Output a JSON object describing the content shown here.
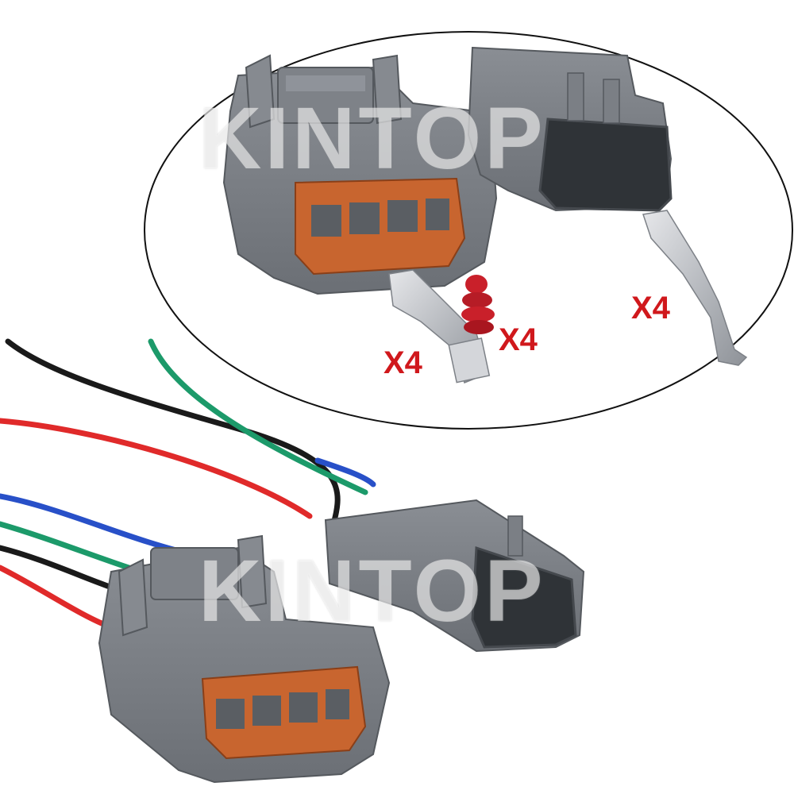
{
  "watermark": {
    "text": "KINTOP"
  },
  "labels": {
    "female_terminal_qty": "X4",
    "seal_qty": "X4",
    "male_terminal_qty": "X4"
  },
  "colors": {
    "housing_gray": "#7b7f85",
    "housing_gray_light": "#9a9ea4",
    "housing_gray_dark": "#5d6166",
    "insert_orange": "#c8652f",
    "seal_red": "#c9202a",
    "qty_text_red": "#d0181c",
    "wire_black": "#1a1a1a",
    "wire_red": "#e02a2a",
    "wire_blue": "#2850c8",
    "wire_green": "#1c9a6a",
    "terminal_metal": "#c9cbcf"
  },
  "items": [
    {
      "name": "female-connector-housing"
    },
    {
      "name": "male-connector-housing"
    },
    {
      "name": "female-terminal"
    },
    {
      "name": "rubber-wire-seal"
    },
    {
      "name": "male-terminal"
    },
    {
      "name": "pigtail-harness"
    }
  ]
}
